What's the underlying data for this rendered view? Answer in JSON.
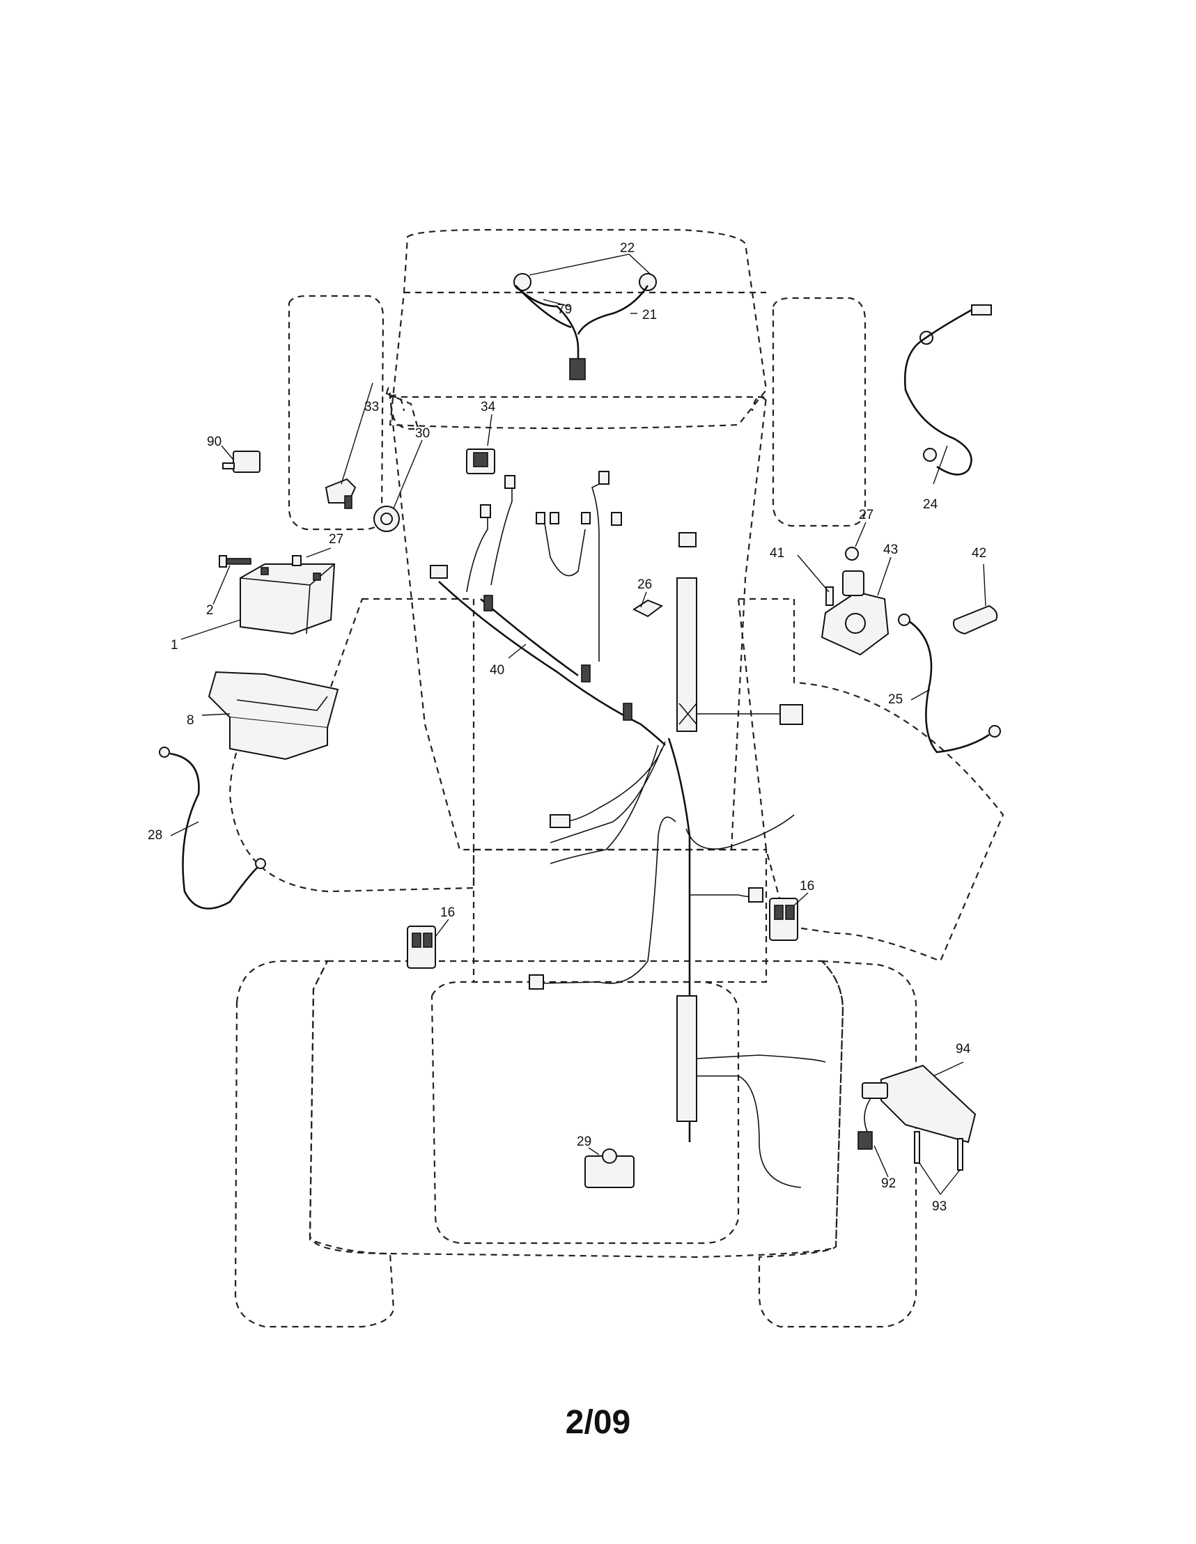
{
  "footer": {
    "code": "2/09"
  },
  "callouts": {
    "c1": "1",
    "c2": "2",
    "c8": "8",
    "c16a": "16",
    "c16b": "16",
    "c21": "21",
    "c22": "22",
    "c24": "24",
    "c25": "25",
    "c26": "26",
    "c27a": "27",
    "c27b": "27",
    "c28": "28",
    "c29": "29",
    "c30": "30",
    "c33": "33",
    "c34": "34",
    "c40": "40",
    "c41": "41",
    "c42": "42",
    "c43": "43",
    "c79": "79",
    "c90": "90",
    "c92": "92",
    "c93": "93",
    "c94": "94"
  }
}
